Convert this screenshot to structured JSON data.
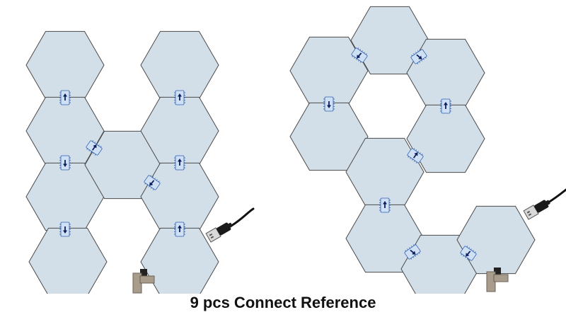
{
  "caption": "9 pcs Connect Reference",
  "colors": {
    "panel_fill": "#d3dfe8",
    "panel_stroke": "#4a4a4a",
    "connector_fill": "#cfe0f5",
    "connector_stroke": "#2f5fb0",
    "arrow": "#0d1e5c",
    "cable": "#111111",
    "plug_silver": "#d9d9d9",
    "power_block": "#a89c8c"
  },
  "layouts": [
    {
      "name": "left-layout",
      "panel_count": 9
    },
    {
      "name": "right-layout",
      "panel_count": 9
    }
  ]
}
